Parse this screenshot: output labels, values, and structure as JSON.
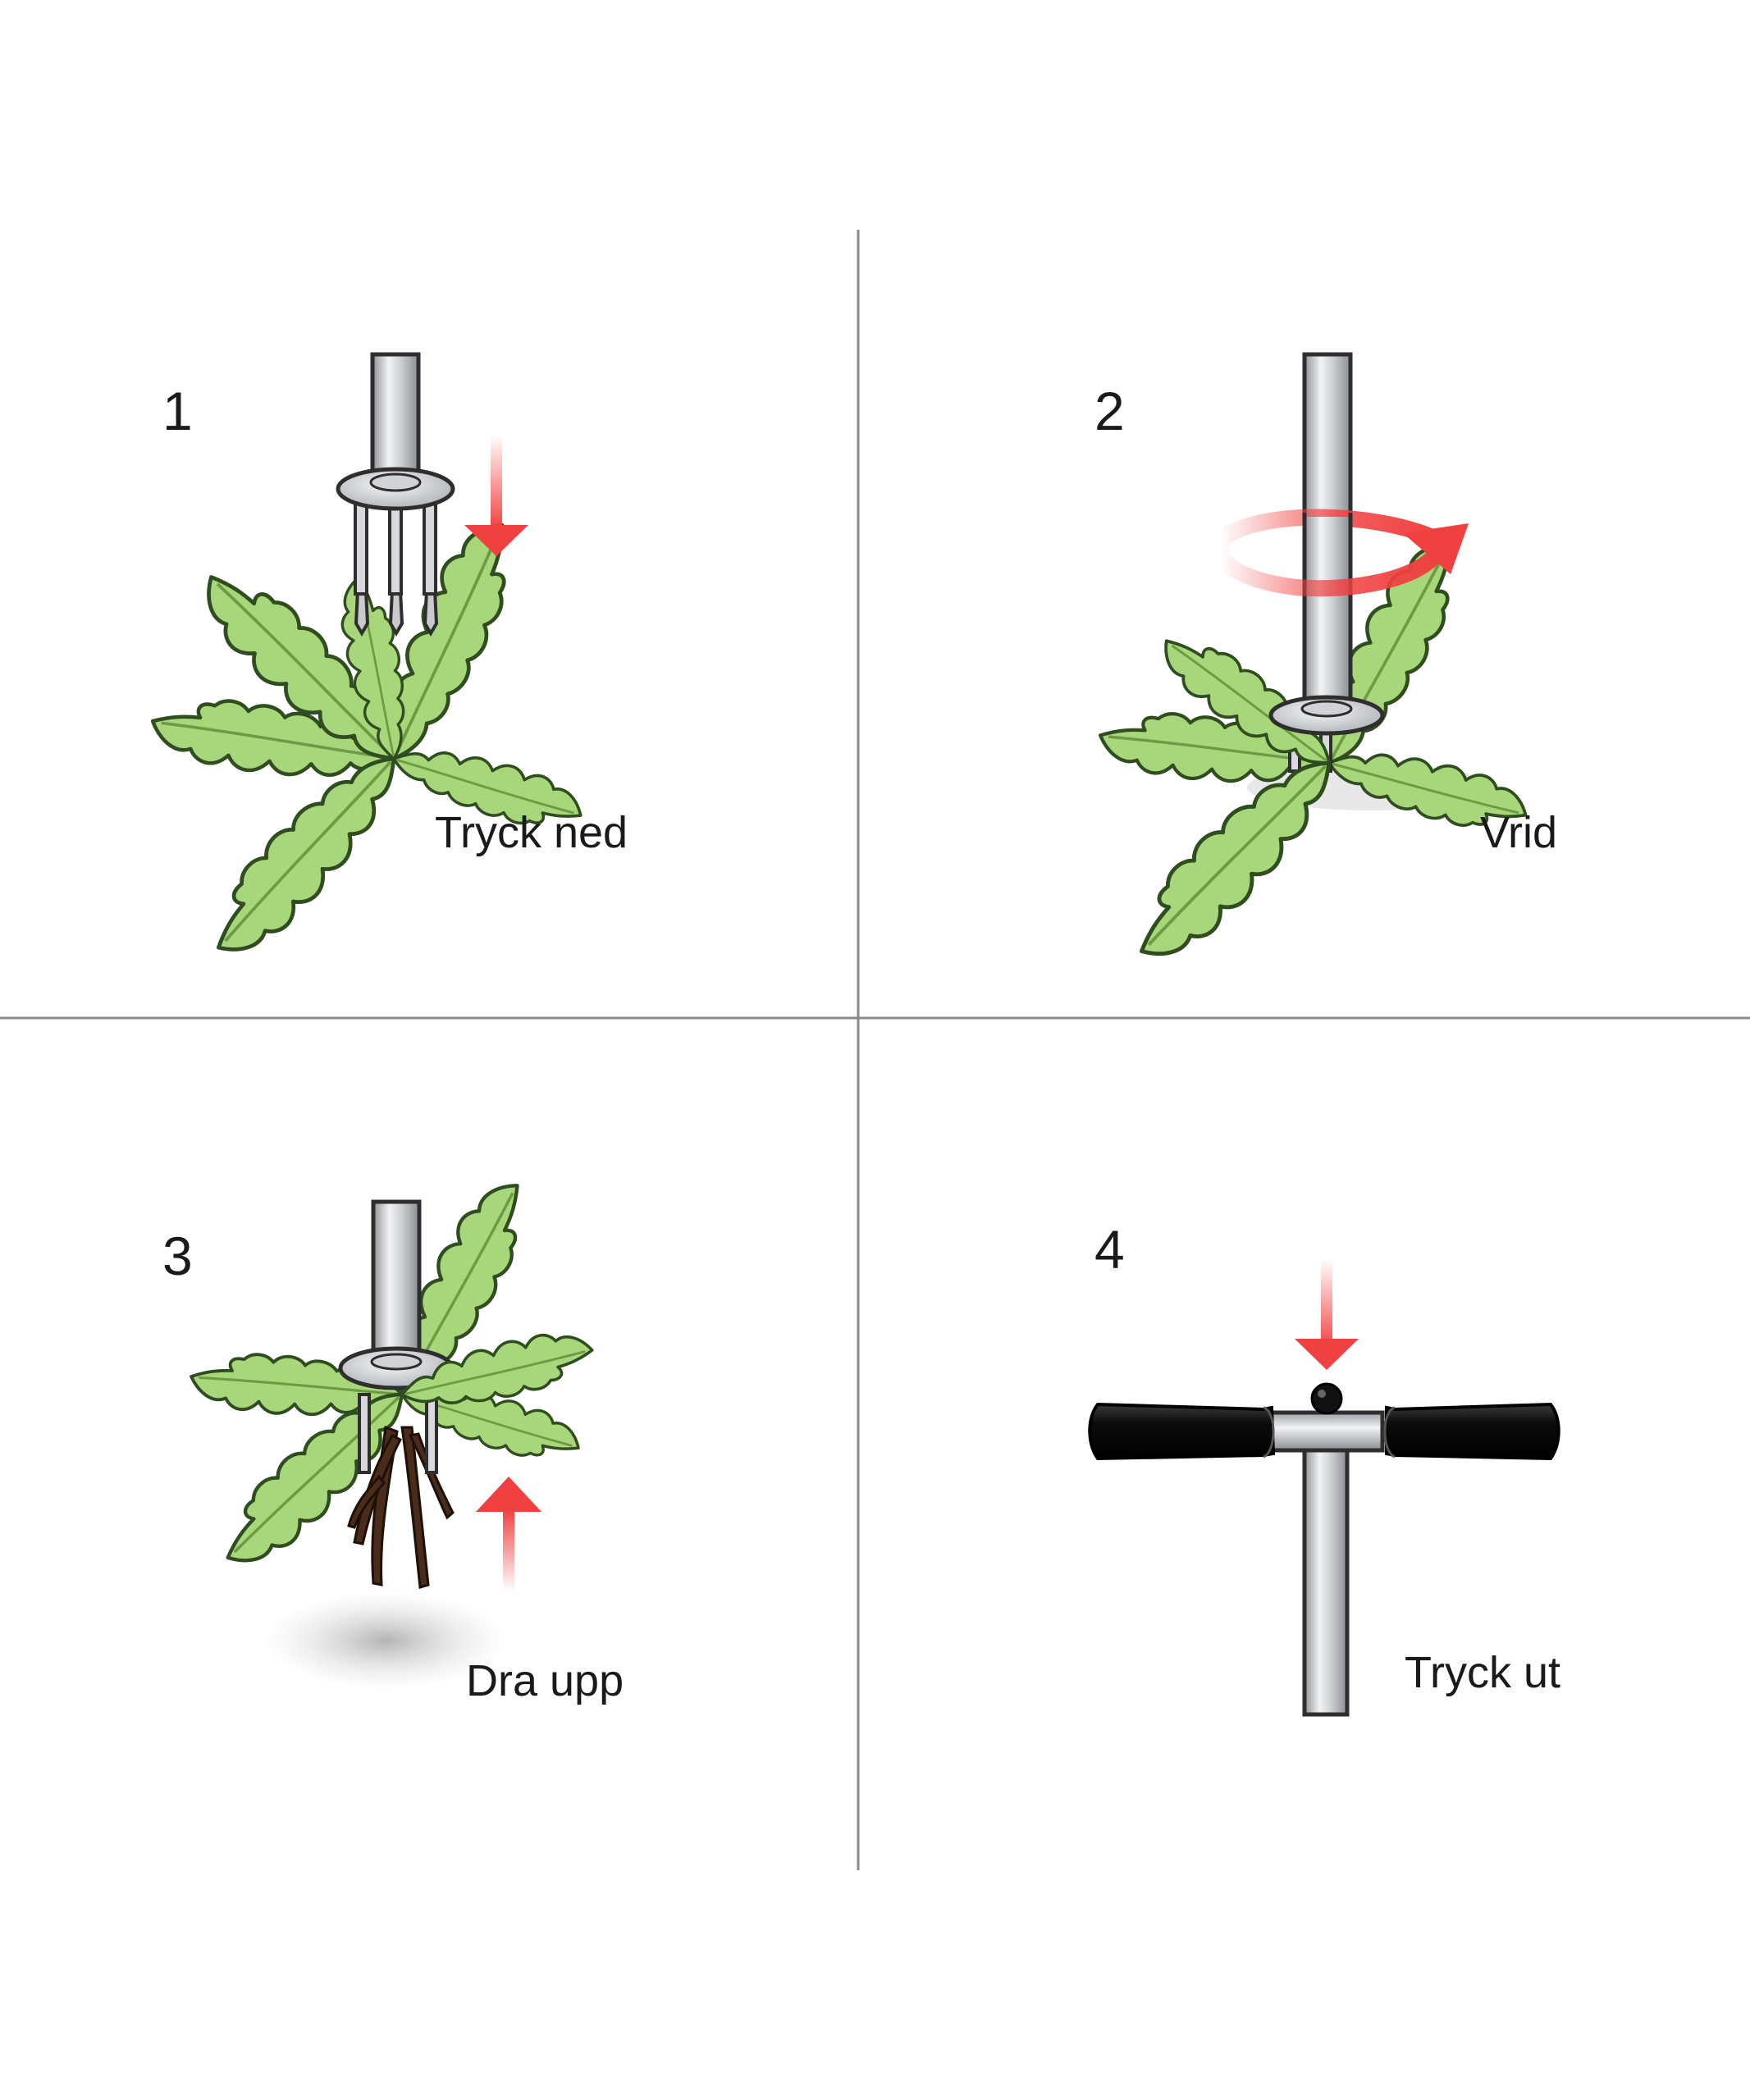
{
  "steps": [
    {
      "number": "1",
      "label": "Tryck ned",
      "action": "push-down"
    },
    {
      "number": "2",
      "label": "Vrid",
      "action": "twist"
    },
    {
      "number": "3",
      "label": "Dra upp",
      "action": "pull-up"
    },
    {
      "number": "4",
      "label": "Tryck ut",
      "action": "eject"
    }
  ],
  "colors": {
    "leaf": "#a8d67a",
    "leaf_outline": "#3a5a24",
    "metal": "#c8cace",
    "metal_outline": "#2e2e2e",
    "arrow": "#f04040",
    "grip": "#111111",
    "root": "#4a2c1a",
    "divider": "#8a8a8a"
  }
}
